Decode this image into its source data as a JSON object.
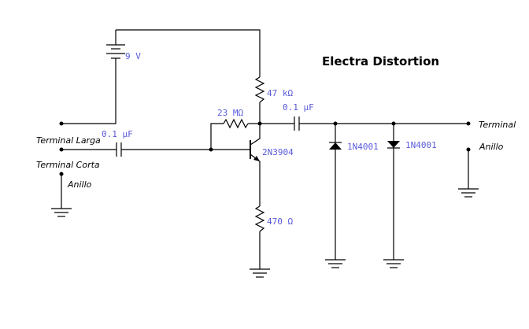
{
  "title": "Electra Distortion",
  "components": {
    "battery": "9 V",
    "r_collector": "47 kΩ",
    "r_feedback": "23 MΩ",
    "r_emitter": "470 Ω",
    "c_input": "0.1 µF",
    "c_output": "0.1 µF",
    "transistor": "2N3904",
    "diode_1": "1N4001",
    "diode_2": "1N4001"
  },
  "terminals": {
    "in_long": "Terminal Larga",
    "in_short": "Terminal Corta",
    "in_ring": "Anillo",
    "out_tip": "Terminal",
    "out_ring": "Anillo"
  },
  "colors": {
    "wire": "#000000",
    "label": "#5a5adc"
  }
}
